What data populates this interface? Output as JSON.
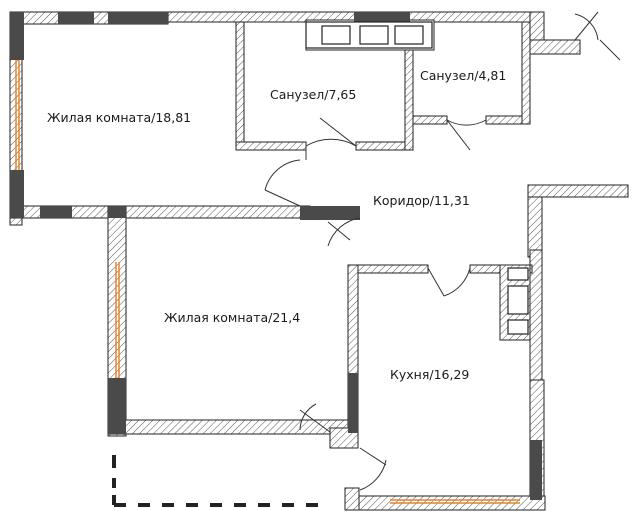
{
  "rooms": [
    {
      "id": "living-room-1",
      "label": "Жилая комната/18,81"
    },
    {
      "id": "bathroom-1",
      "label": "Санузел/7,65"
    },
    {
      "id": "bathroom-2",
      "label": "Санузел/4,81"
    },
    {
      "id": "corridor",
      "label": "Коридор/11,31"
    },
    {
      "id": "living-room-2",
      "label": "Жилая комната/21,4"
    },
    {
      "id": "kitchen",
      "label": "Кухня/16,29"
    }
  ],
  "colors": {
    "wall_hatch": "#555555",
    "wall_fill": "#ffffff",
    "column": "#4a4a4a",
    "window_frame": "#e0862a",
    "door_line": "#333333"
  }
}
